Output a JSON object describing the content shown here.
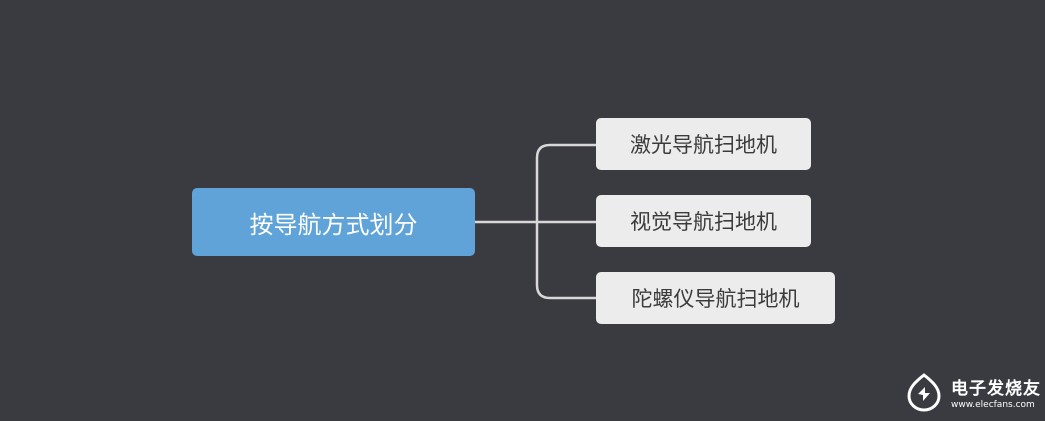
{
  "mindmap": {
    "root": {
      "label": "按导航方式划分",
      "color": "#5fa3d8"
    },
    "children": [
      {
        "label": "激光导航扫地机"
      },
      {
        "label": "视觉导航扫地机"
      },
      {
        "label": "陀螺仪导航扫地机"
      }
    ],
    "connector_color": "#d8d8d8",
    "background": "#3a3b40"
  },
  "watermark": {
    "title": "电子发烧友",
    "url": "www.elecfans.com",
    "icon": "elecfans-logo-icon"
  }
}
